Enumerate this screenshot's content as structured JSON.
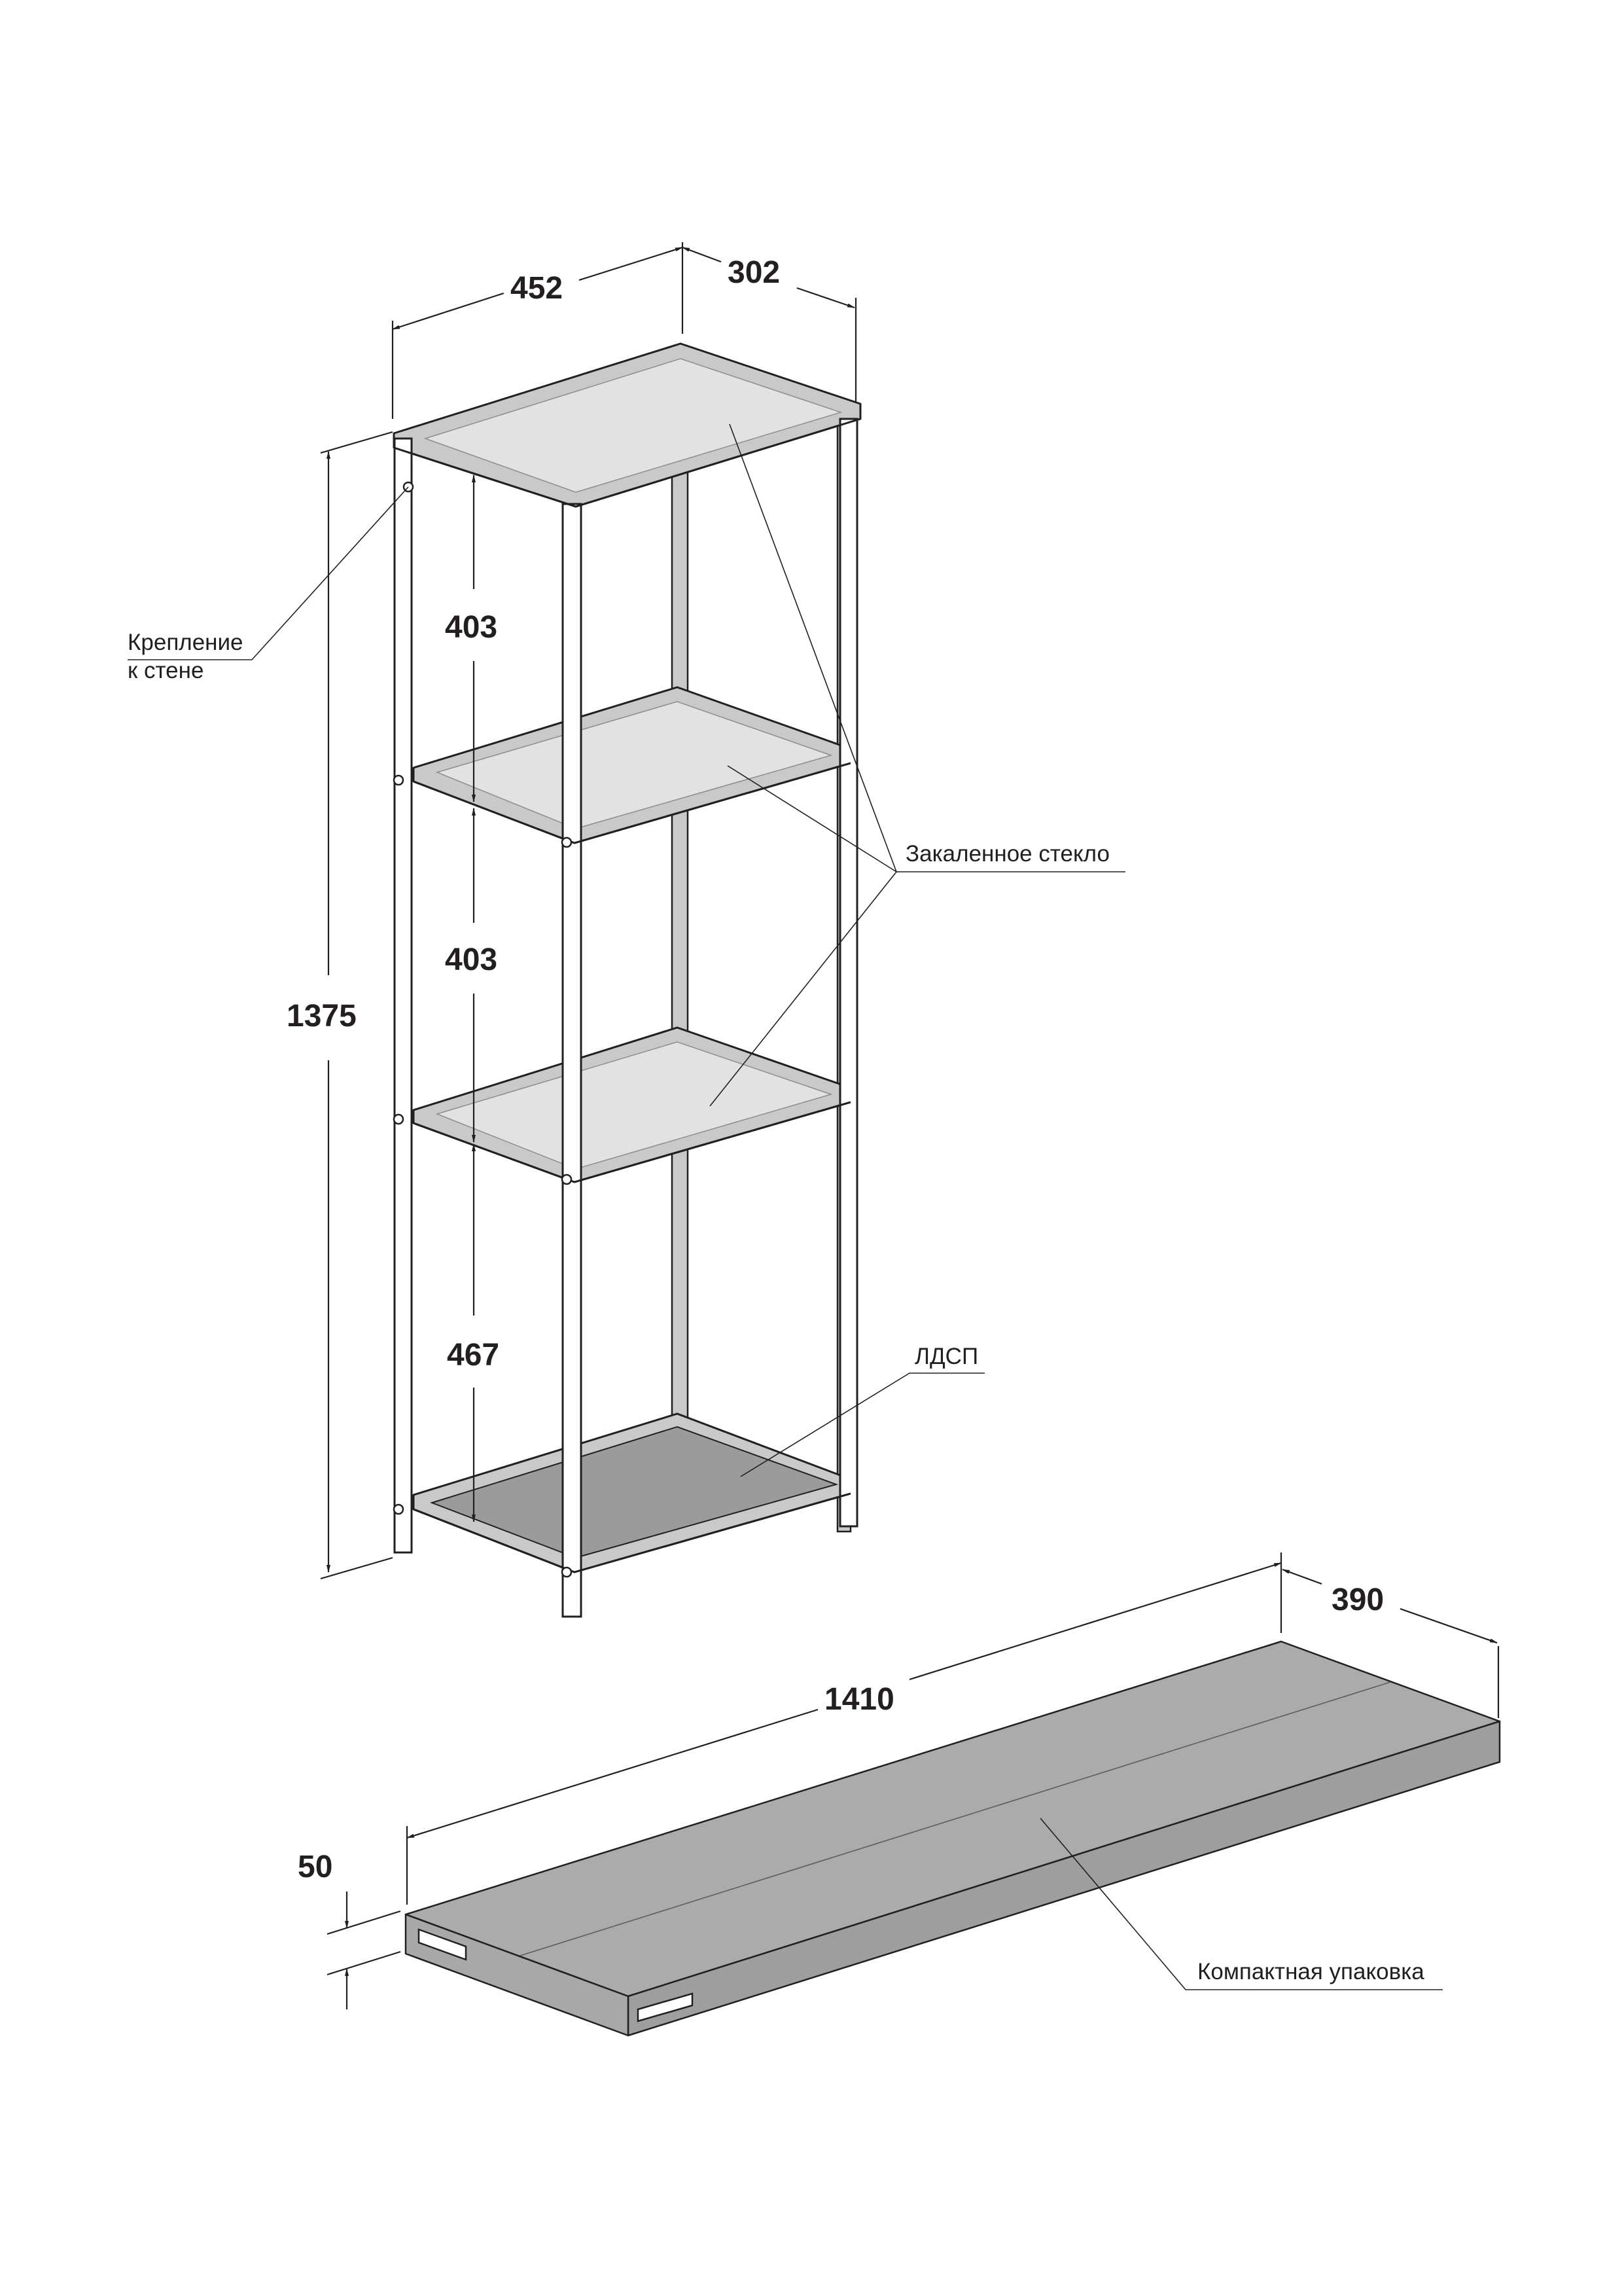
{
  "dimensions": {
    "width": "452",
    "depth": "302",
    "height": "1375",
    "shelf_gap_upper": "403",
    "shelf_gap_middle": "403",
    "shelf_gap_lower": "467",
    "package_length": "1410",
    "package_width": "390",
    "package_height": "50"
  },
  "callouts": {
    "wall_mount_line1": "Крепление",
    "wall_mount_line2": "к стене",
    "tempered_glass": "Закаленное стекло",
    "chipboard": "ЛДСП",
    "compact_packaging": "Компактная упаковка"
  }
}
